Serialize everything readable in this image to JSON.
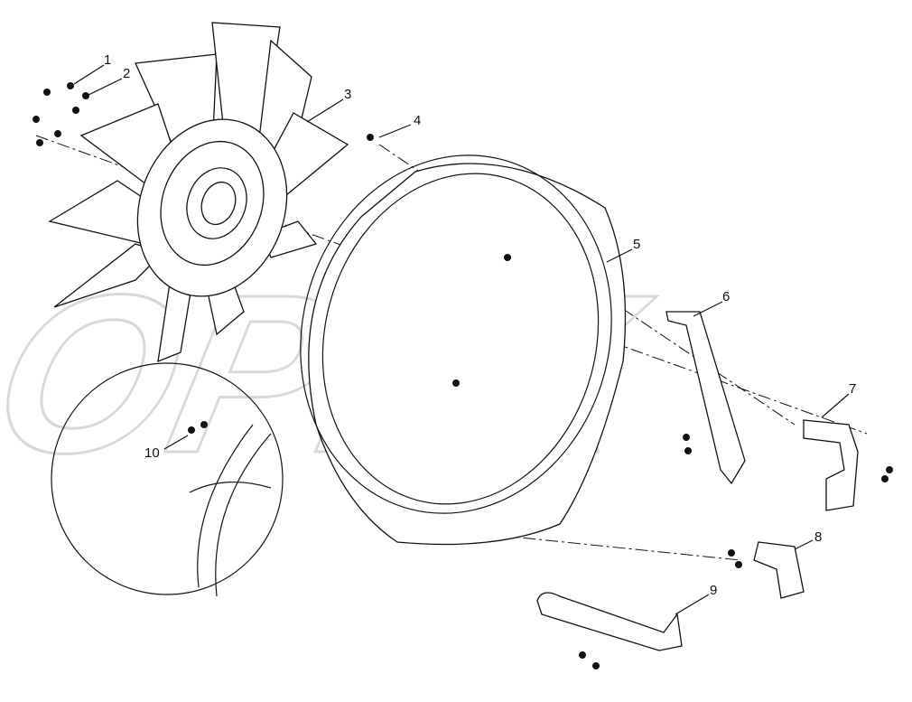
{
  "watermark": "OPEX",
  "callouts": [
    {
      "label": "1"
    },
    {
      "label": "2"
    },
    {
      "label": "3"
    },
    {
      "label": "4"
    },
    {
      "label": "5"
    },
    {
      "label": "6"
    },
    {
      "label": "7"
    },
    {
      "label": "8"
    },
    {
      "label": "9"
    },
    {
      "label": "10"
    }
  ]
}
